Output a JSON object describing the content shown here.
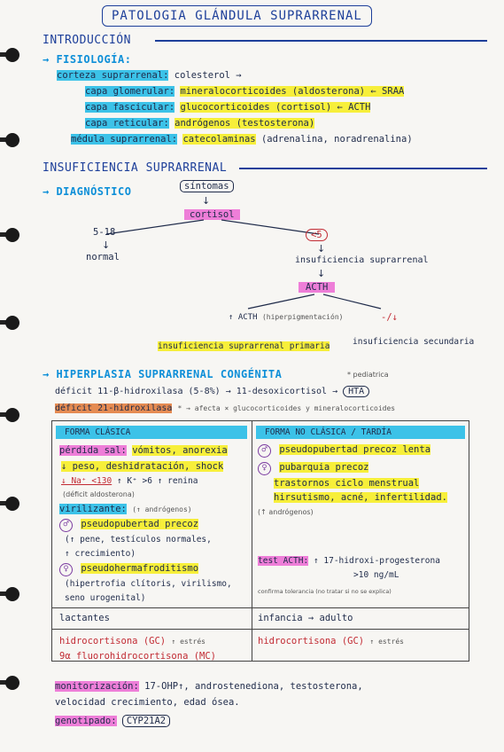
{
  "title": "PATOLOGIA GLÁNDULA SUPRARRENAL",
  "intro": {
    "heading": "INTRODUCCIÓN",
    "fisiologia_heading": "→ FISIOLOGÍA:",
    "corteza_label": "corteza suprarrenal:",
    "corteza_desc": "colesterol →",
    "glomerular_label": "capa glomerular:",
    "glomerular_desc": "mineralocorticoides (aldosterona) ← SRAA",
    "fascicular_label": "capa fascicular:",
    "fascicular_desc": "glucocorticoides (cortisol) ← ACTH",
    "reticular_label": "capa reticular:",
    "reticular_desc": "andrógenos (testosterona)",
    "medula_label": "médula suprarrenal:",
    "medula_desc1": "catecolaminas",
    "medula_desc2": "(adrenalina, noradrenalina)"
  },
  "insuficiencia": {
    "heading": "INSUFICIENCIA SUPRARRENAL",
    "diagnostico": "→ DIAGNÓSTICO",
    "sintomas": "síntomas",
    "cortisol": "cortisol",
    "left_value": "5-18",
    "left_result": "normal",
    "right_value": "<5",
    "right_result": "insuficiencia suprarrenal",
    "acth": "ACTH",
    "acth_up": "↑ ACTH",
    "acth_up_note": "(hiperpigmentación)",
    "acth_down": "-/↓",
    "primaria": "insuficiencia suprarrenal primaria",
    "secundaria": "insuficiencia secundaria"
  },
  "hiperplasia": {
    "heading": "→ HIPERPLASIA SUPRARRENAL CONGÉNITA",
    "note": "* pediatrica",
    "line1_a": "déficit 11-β-hidroxilasa (5-8%) → 11-desoxicortisol →",
    "line1_hta": "HTA",
    "line2_a": "déficit 21-hidroxilasa",
    "line2_b": "* → afecta × glucocorticoides y mineralocorticoides",
    "col1_head": "FORMA CLÁSICA",
    "col2_head": "FORMA NO CLÁSICA / TARDÍA",
    "perdida_sal_label": "pérdida sal:",
    "perdida_sal_1": "vómitos, anorexia",
    "perdida_sal_2": "↓ peso, deshidratación, shock",
    "perdida_sal_3a": "↓ Na⁺ <130",
    "perdida_sal_3b": "↑ K⁺ >6  ↑ renina",
    "perdida_sal_4": "(déficit aldosterona)",
    "virilizante_label": "virilizante:",
    "virilizante_note": "(↑ andrógenos)",
    "male_1": "pseudopubertad precoz",
    "male_2": "(↑ pene, testículos normales,",
    "male_3": "↑ crecimiento)",
    "female_1": "pseudohermafroditismo",
    "female_2": "(hipertrofia clítoris, virilismo,",
    "female_3": "seno urogenital)",
    "nc_male": "pseudopubertad precoz lenta",
    "nc_female_1": "pubarquia precoz",
    "nc_female_2": "trastornos ciclo menstrual",
    "nc_female_3": "hirsutismo, acné, infertilidad.",
    "nc_note": "(↑ andrógenos)",
    "test_label": "test ACTH:",
    "test_desc_1": "↑ 17-hidroxi-progesterona",
    "test_desc_2": ">10 ng/mL",
    "test_small": "confirma tolerancia (no tratar si no se explica)",
    "row2_left": "lactantes",
    "row2_right": "infancia → adulto",
    "trat_left_1": "hidrocortisona (GC)",
    "trat_left_1_note": "↑ estrés",
    "trat_left_2": "9α fluorohidrocortisona (MC)",
    "trat_right": "hidrocortisona (GC)",
    "trat_right_note": "↑ estrés",
    "monitor_label": "monitorización:",
    "monitor_desc_1": "17-OHP↑, androstenediona, testosterona,",
    "monitor_desc_2": "velocidad crecimiento, edad ósea.",
    "genotipado_label": "genotipado:",
    "genotipado_value": "CYP21A2"
  }
}
